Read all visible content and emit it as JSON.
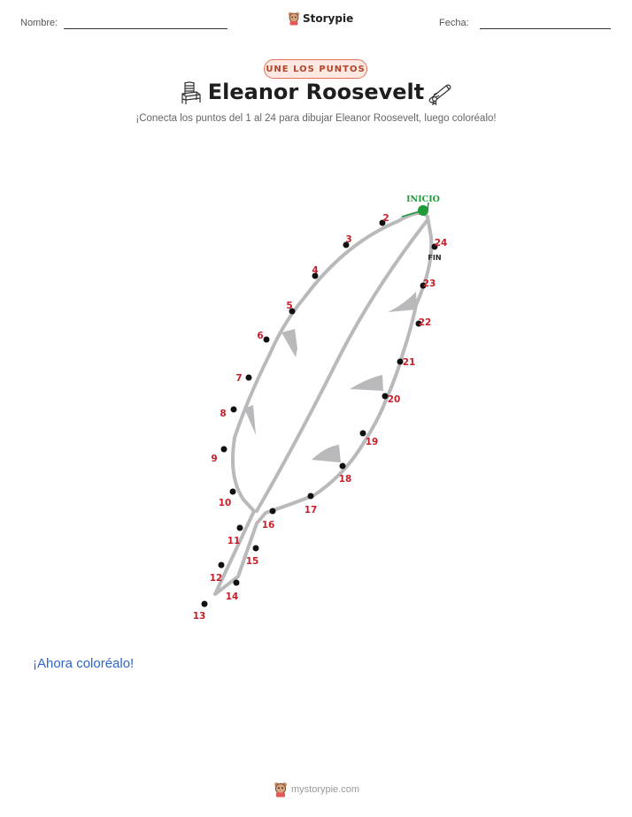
{
  "header": {
    "name_label": "Nombre:",
    "date_label": "Fecha:",
    "brand": "Storypie"
  },
  "badge": "UNE LOS PUNTOS",
  "title": "Eleanor Roosevelt",
  "subtitle": "¡Conecta los puntos del 1 al 24 para dibujar Eleanor Roosevelt, luego coloréalo!",
  "puzzle": {
    "start_label": "INICIO",
    "end_label": "FIN",
    "dots": [
      {
        "n": "1"
      },
      {
        "n": "2"
      },
      {
        "n": "3"
      },
      {
        "n": "4"
      },
      {
        "n": "5"
      },
      {
        "n": "6"
      },
      {
        "n": "7"
      },
      {
        "n": "8"
      },
      {
        "n": "9"
      },
      {
        "n": "10"
      },
      {
        "n": "11"
      },
      {
        "n": "12"
      },
      {
        "n": "13"
      },
      {
        "n": "14"
      },
      {
        "n": "15"
      },
      {
        "n": "16"
      },
      {
        "n": "17"
      },
      {
        "n": "18"
      },
      {
        "n": "19"
      },
      {
        "n": "20"
      },
      {
        "n": "21"
      },
      {
        "n": "22"
      },
      {
        "n": "23"
      },
      {
        "n": "24"
      }
    ],
    "colors": {
      "start": "#1f9b3a",
      "number": "#c8202b",
      "dot": "#111111",
      "outline": "#b9b9bc"
    },
    "icons": [
      "chair-icon",
      "diploma-icon",
      "feather-outline"
    ]
  },
  "color_prompt": "¡Ahora coloréalo!",
  "footer": {
    "site": "mystorypie.com"
  }
}
